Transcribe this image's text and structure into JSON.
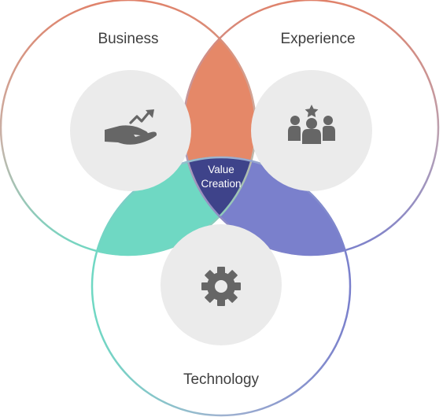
{
  "diagram": {
    "type": "venn",
    "sets": [
      {
        "name": "Business",
        "icon": "hand-growth-icon"
      },
      {
        "name": "Experience",
        "icon": "team-star-icon"
      },
      {
        "name": "Technology",
        "icon": "gear-icon"
      }
    ],
    "center_label": {
      "line1": "Value",
      "line2": "Creation"
    },
    "colors": {
      "business_experience_overlap": "#e58868",
      "business_technology_overlap": "#6fd8c3",
      "experience_technology_overlap": "#7a80cc",
      "center_overlap": "#3e438a",
      "icon_disc": "#ebebeb",
      "icon_glyph": "#666666",
      "label_text": "#3f3f3f",
      "outline_top_left": "#e0826a",
      "outline_bottom_left": "#6fd8c3",
      "outline_right": "#7a80cc"
    }
  }
}
